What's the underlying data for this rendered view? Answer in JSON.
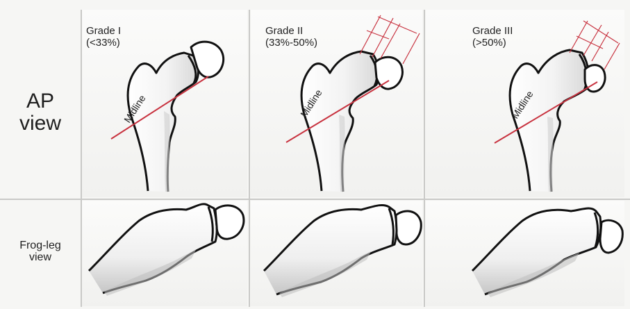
{
  "rows": {
    "ap": [
      "AP",
      "view"
    ],
    "frog": [
      "Frog-leg",
      "view"
    ]
  },
  "grades": [
    {
      "name": "Grade I",
      "range": "(<33%)"
    },
    {
      "name": "Grade II",
      "range": "(33%-50%)"
    },
    {
      "name": "Grade III",
      "range": "(>50%)"
    }
  ],
  "midline_label": "Midline",
  "colors": {
    "midline": "#c8323f",
    "outline": "#111111",
    "grid": "#c9c9c7"
  }
}
